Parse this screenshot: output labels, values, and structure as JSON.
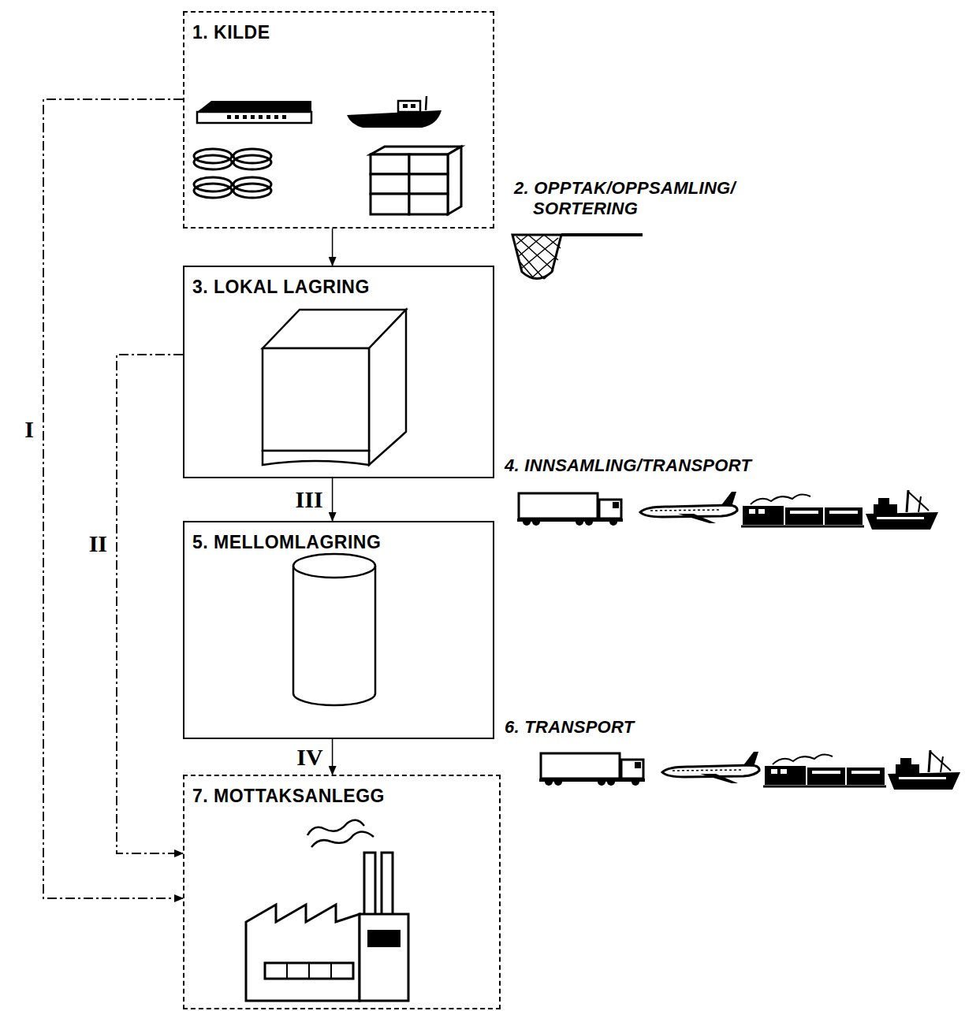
{
  "diagram": {
    "nodes": [
      {
        "text": [
          "1. KILDE"
        ]
      },
      {
        "text": [
          "3. LOKAL LAGRING"
        ]
      },
      {
        "text": [
          "5. MELLOMLAGRING"
        ]
      },
      {
        "text": [
          "7. MOTTAKSANLEGG"
        ]
      }
    ],
    "edges": [
      {
        "from": 0,
        "to": 1,
        "arrow": "to"
      },
      {
        "from": 1,
        "to": 2,
        "label": "III",
        "arrow": "to"
      },
      {
        "from": 2,
        "to": 3,
        "label": "IV",
        "arrow": "to"
      },
      {
        "from": 0,
        "to": 3,
        "label": "I",
        "arrow": "to"
      },
      {
        "from": 1,
        "to": 3,
        "label": "II",
        "arrow": "to"
      }
    ],
    "labels": [
      "2. OPPTAK/OPPSAMLING/ SORTERING",
      "4. INNSAMLING/TRANSPORT",
      "6. TRANSPORT"
    ]
  }
}
